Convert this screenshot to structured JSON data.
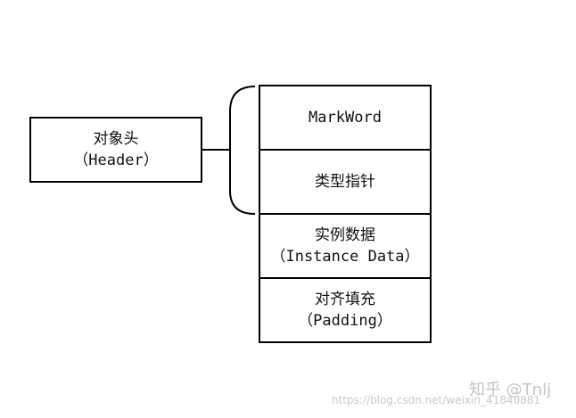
{
  "header_box": {
    "line1": "对象头",
    "line2": "（Header）"
  },
  "object_layout": {
    "mark_word": "MarkWord",
    "klass_pointer": "类型指针",
    "instance_data_line1": "实例数据",
    "instance_data_line2": "（Instance Data）",
    "padding_line1": "对齐填充",
    "padding_line2": "（Padding）"
  },
  "watermarks": {
    "zhihu": "知乎 @Tnlj",
    "csdn": "https://blog.csdn.net/weixin_41840881"
  }
}
